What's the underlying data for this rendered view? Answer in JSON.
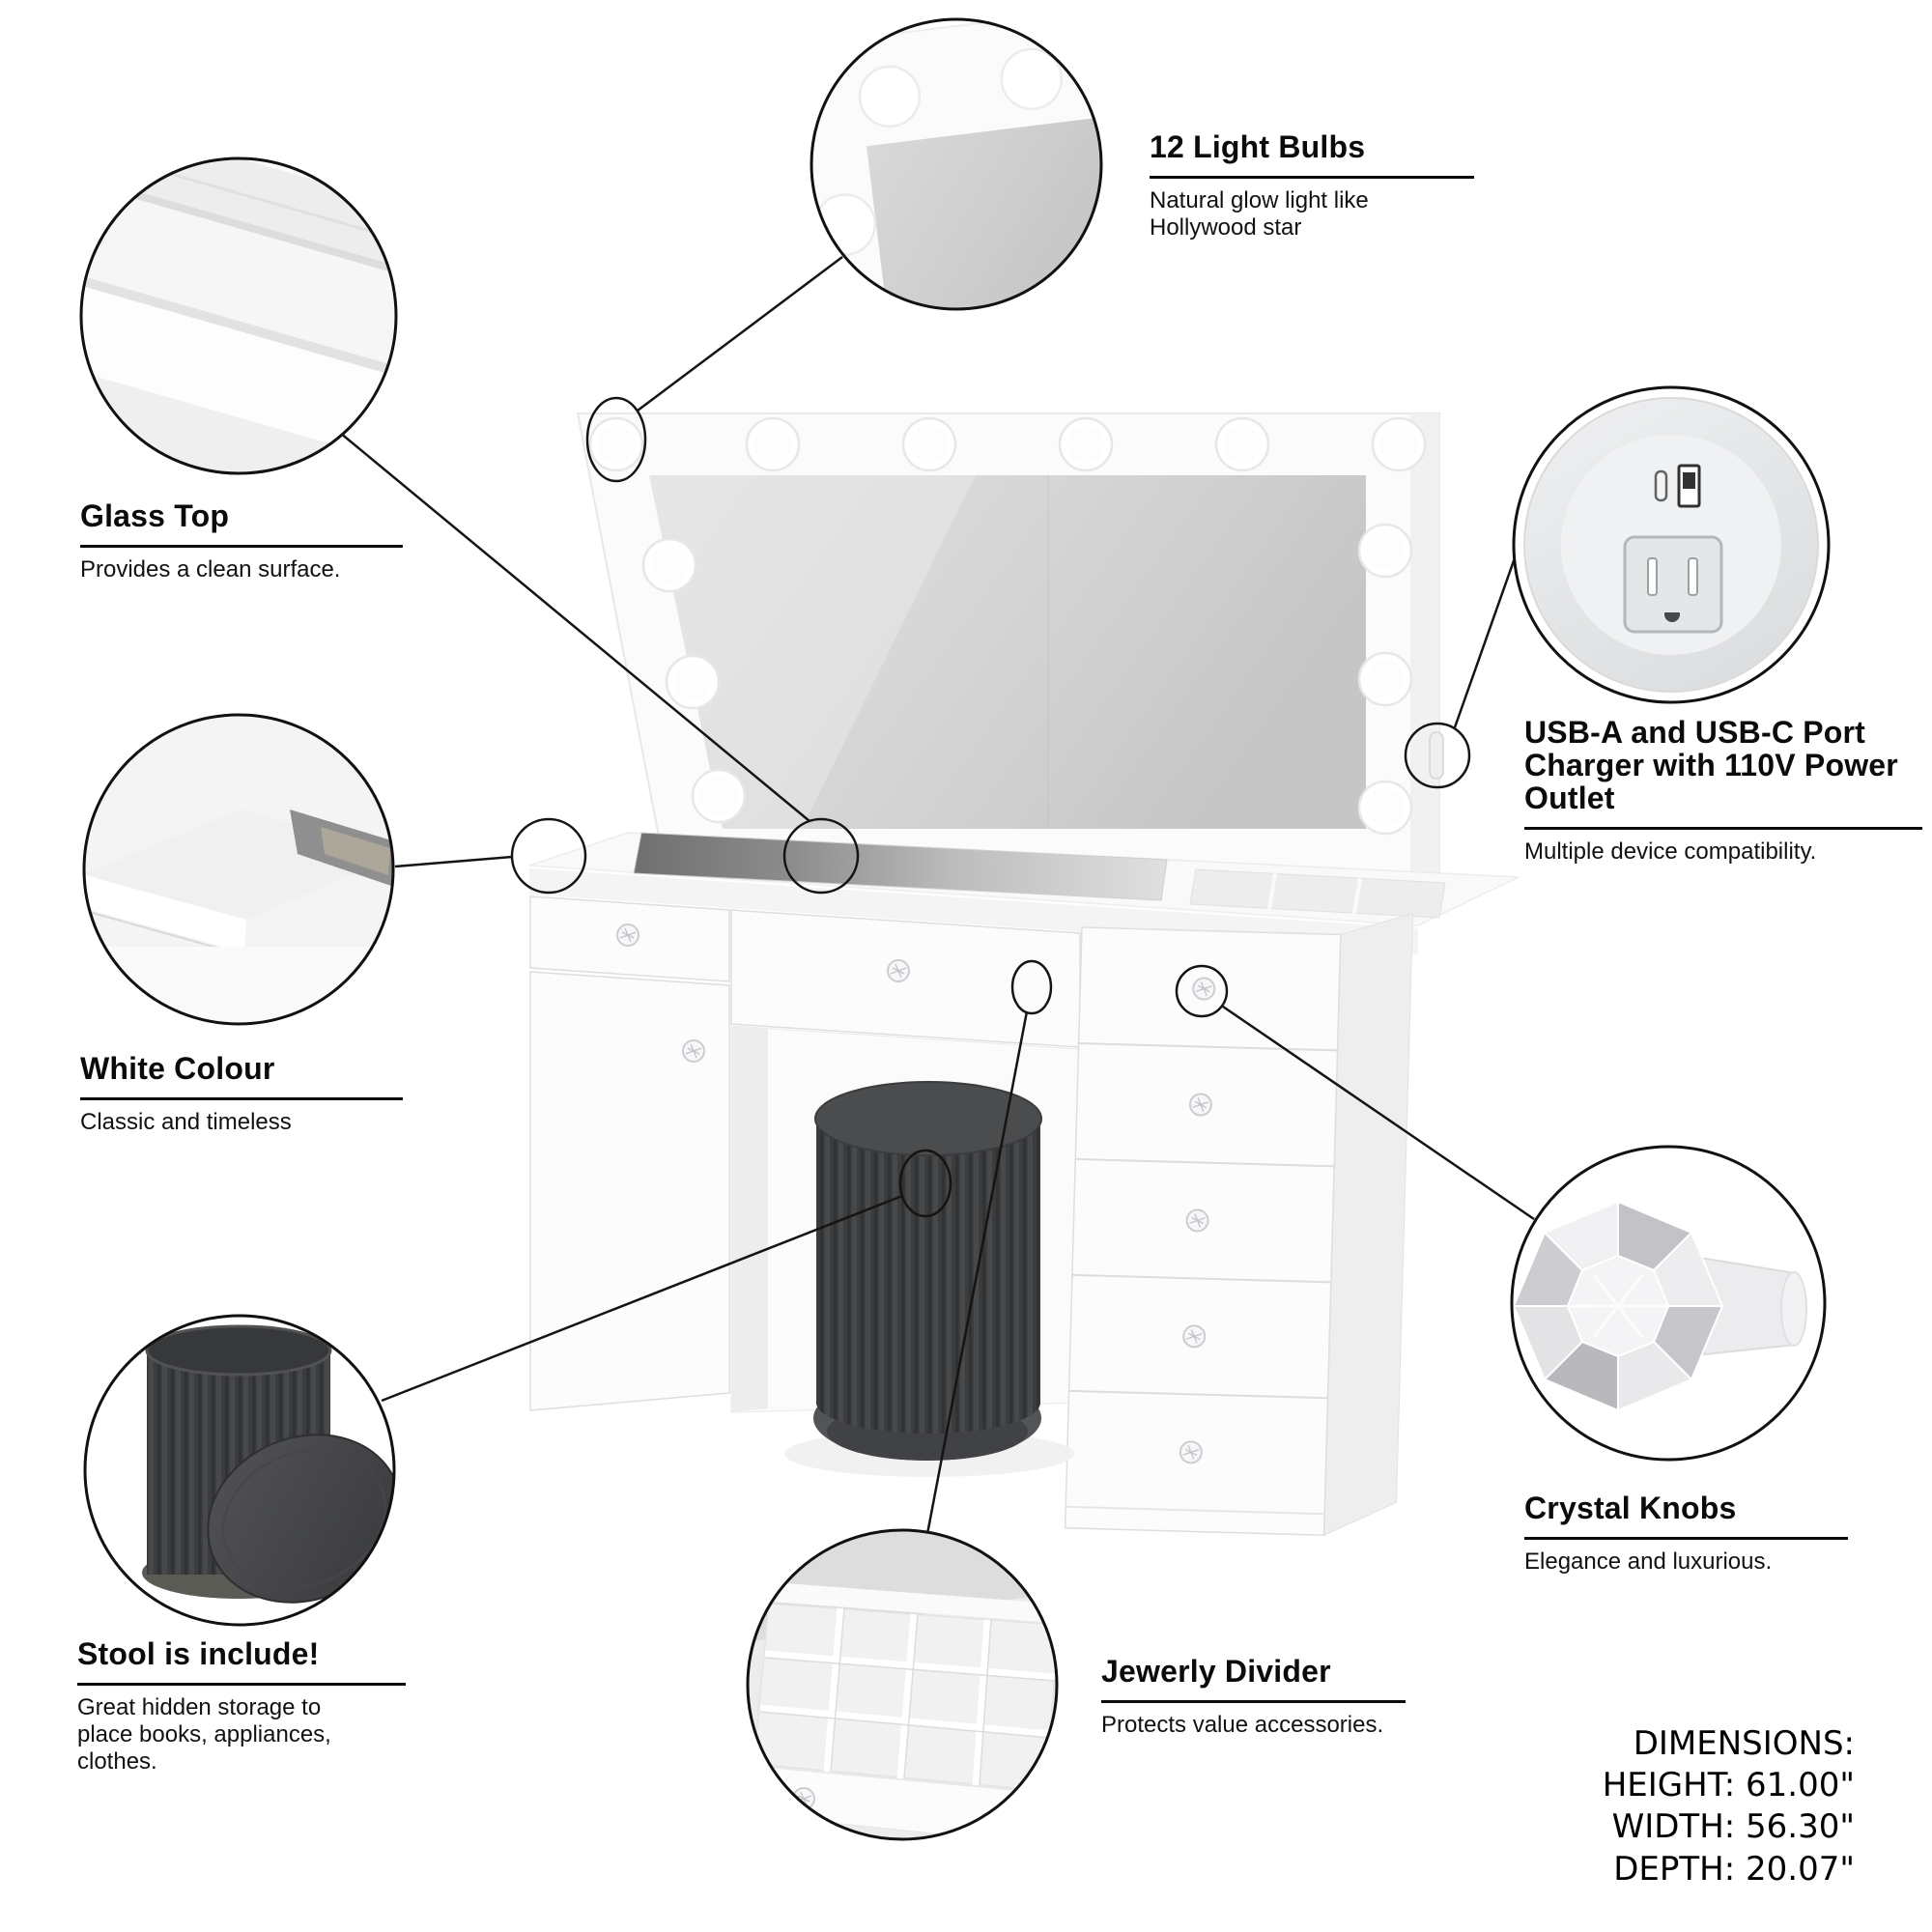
{
  "callouts": {
    "light_bulbs": {
      "title": "12 Light Bulbs",
      "description": "Natural glow light like Hollywood star",
      "illustration": "mirror-corner-with-bulbs"
    },
    "glass_top": {
      "title": "Glass Top",
      "description": "Provides a clean surface.",
      "illustration": "glossy-glass-surface"
    },
    "white_colour": {
      "title": "White Colour",
      "description": "Classic and timeless",
      "illustration": "white-tabletop-corner"
    },
    "stool": {
      "title": "Stool is include!",
      "description": "Great hidden storage to place books, appliances, clothes.",
      "illustration": "storage-stool-with-lid-off"
    },
    "usb_power": {
      "title": "USB-A and USB-C Port Charger with 110V Power Outlet",
      "description": "Multiple device compatibility.",
      "illustration": "round-power-outlet-with-usb-ports"
    },
    "crystal_knobs": {
      "title": "Crystal Knobs",
      "description": "Elegance and luxurious.",
      "illustration": "faceted-crystal-knob"
    },
    "jewelry_divider": {
      "title": "Jewerly Divider",
      "description": "Protects value accessories.",
      "illustration": "drawer-with-jewelry-divider-grid"
    }
  },
  "dimensions_block": {
    "label": "DIMENSIONS:",
    "lines": [
      "HEIGHT: 61.00\"",
      "WIDTH: 56.30\"",
      "DEPTH: 20.07\""
    ]
  },
  "product": {
    "type": "lighted-makeup-vanity-with-stool",
    "light_bulb_count": 12
  },
  "colors": {
    "background": "#ffffff",
    "line": "#141414",
    "vanity_white": "#fcfcfc",
    "mirror_glass": "#cdcdcd",
    "stool_body": "#3d3e3f"
  }
}
